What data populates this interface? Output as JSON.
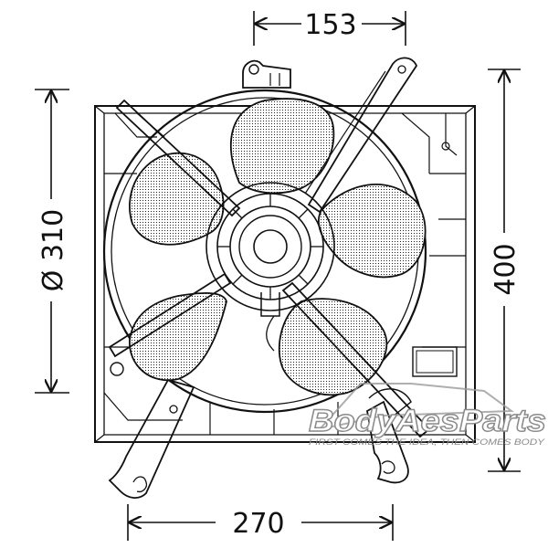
{
  "diagram": {
    "dimensions": {
      "top_width": "153",
      "diameter": "Ø 310",
      "height": "400",
      "bottom_width": "270"
    }
  },
  "watermark": {
    "brand": "BodyAesParts",
    "tagline": "FIRST COMES THE IDEA, THEN COMES BODY"
  },
  "colors": {
    "line": "#111111",
    "watermark": "#9a9a9a",
    "background": "#ffffff"
  }
}
